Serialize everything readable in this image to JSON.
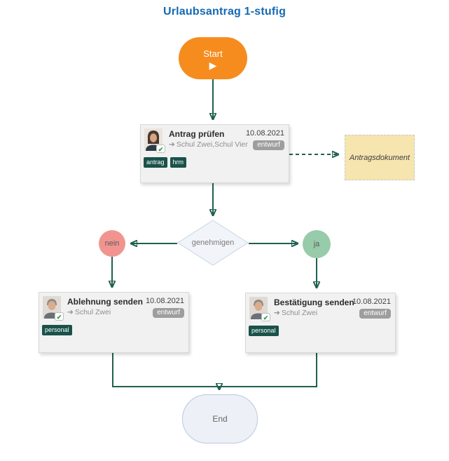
{
  "title": "Urlaubsantrag 1-stufig",
  "icons": {
    "play": "▶",
    "assignee_arrow": "➔",
    "status_check": "✔"
  },
  "colors": {
    "title_blue": "#1468B2",
    "start_orange": "#F68C1E",
    "connector_teal": "#20604F",
    "arrowhead_teal": "#0B5663",
    "tag_green": "#1A524A",
    "status_gray": "#9E9E9E",
    "branch_no_red": "#F19490",
    "branch_yes_green": "#97CBA9",
    "note_yellow": "#F6E5AE"
  },
  "flow": {
    "start": {
      "label": "Start"
    },
    "review_task": {
      "title": "Antrag prüfen",
      "assignees": "Schul Zwei,Schul Vier",
      "date": "10.08.2021",
      "status": "entwurf",
      "tags": [
        "antrag",
        "hrm"
      ]
    },
    "note": {
      "label": "Antragsdokument"
    },
    "decision": {
      "label": "genehmigen"
    },
    "branch_no": {
      "label": "nein"
    },
    "branch_yes": {
      "label": "ja"
    },
    "reject_task": {
      "title": "Ablehnung senden",
      "assignees": "Schul Zwei",
      "date": "10.08.2021",
      "status": "entwurf",
      "tags": [
        "personal"
      ]
    },
    "confirm_task": {
      "title": "Bestätigung senden",
      "assignees": "Schul Zwei",
      "date": "10.08.2021",
      "status": "entwurf",
      "tags": [
        "personal"
      ]
    },
    "end": {
      "label": "End"
    }
  }
}
